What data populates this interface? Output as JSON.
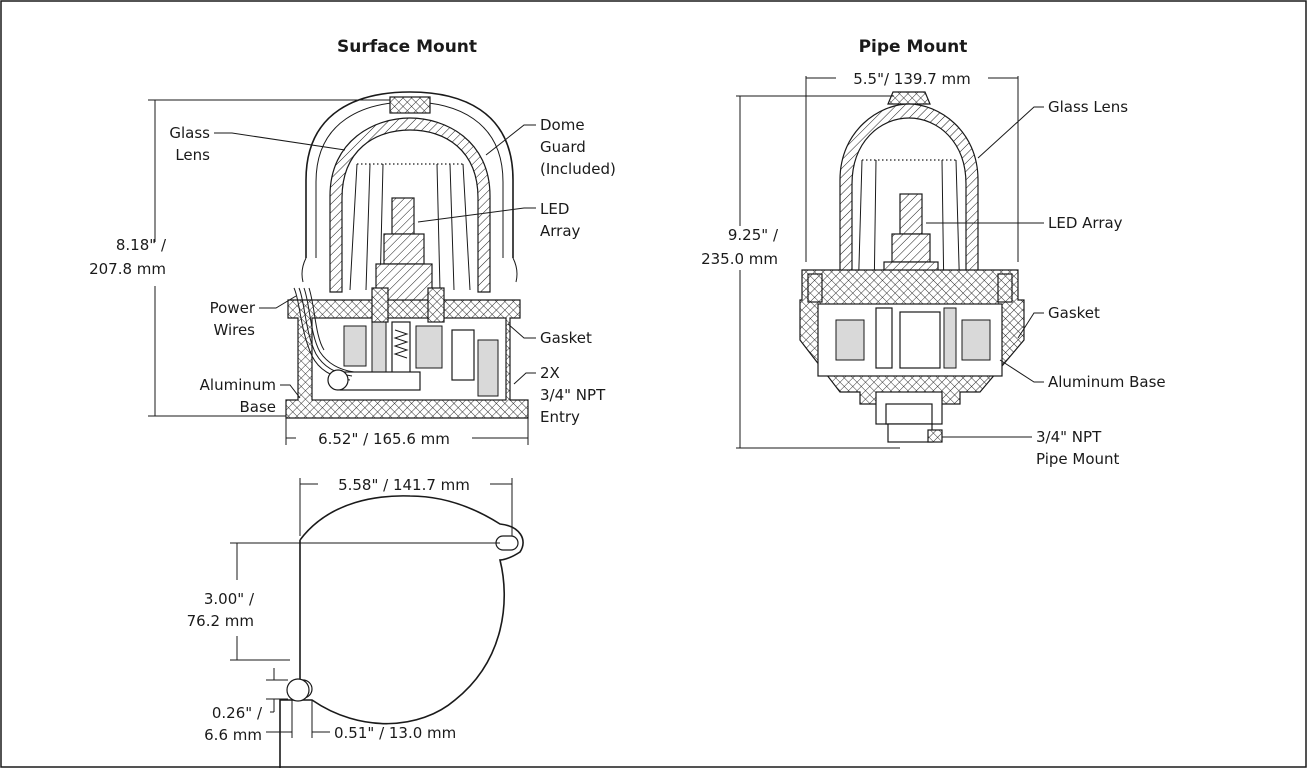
{
  "titles": {
    "surface": "Surface Mount",
    "pipe": "Pipe Mount"
  },
  "surface_mount": {
    "glass_lens": [
      "Glass",
      "Lens"
    ],
    "dome_guard": [
      "Dome",
      "Guard",
      "(Included)"
    ],
    "led_array": [
      "LED",
      "Array"
    ],
    "power_wires": [
      "Power",
      "Wires"
    ],
    "gasket": "Gasket",
    "aluminum_base": [
      "Aluminum",
      "Base"
    ],
    "entry": [
      "2X",
      "3/4\" NPT",
      "Entry"
    ],
    "height_dim": [
      "8.18\" /",
      "207.8 mm"
    ],
    "width_dim": "6.52\" / 165.6 mm"
  },
  "footprint": {
    "width_dim": "5.58\" / 141.7 mm",
    "height_dim": [
      "3.00\" /",
      "76.2 mm"
    ],
    "slot_width_dim": [
      "0.26\" /",
      "6.6 mm"
    ],
    "slot_length_dim": "0.51\" / 13.0 mm"
  },
  "pipe_mount": {
    "width_dim": "5.5\"/ 139.7 mm",
    "glass_lens": "Glass Lens",
    "led_array": "LED Array",
    "gasket": "Gasket",
    "aluminum_base": "Aluminum Base",
    "pipe_entry": [
      "3/4\" NPT",
      "Pipe Mount"
    ],
    "height_dim": [
      "9.25\" /",
      "235.0 mm"
    ]
  }
}
